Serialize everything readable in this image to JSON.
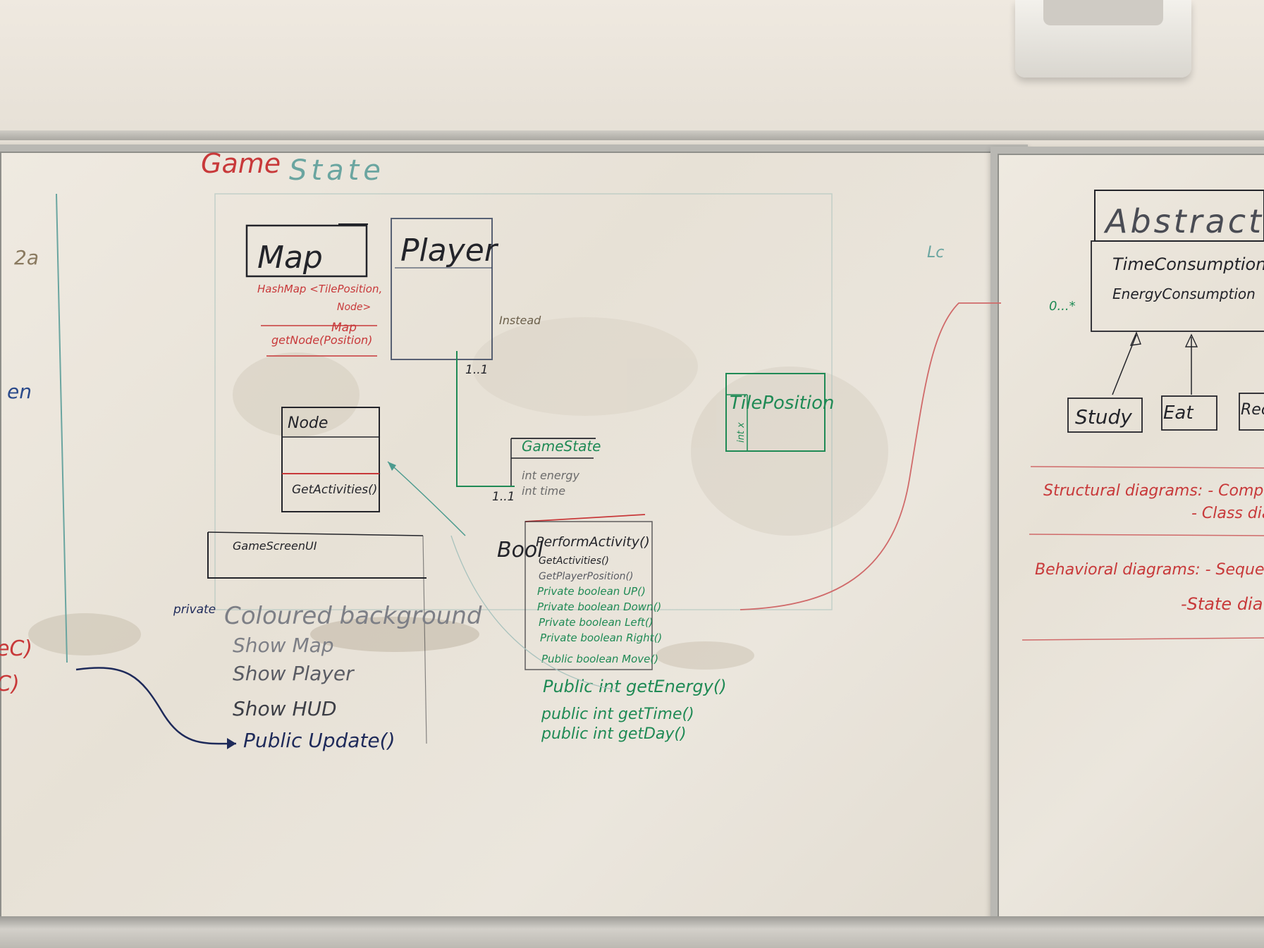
{
  "colors": {
    "red": "#c8393a",
    "green": "#1f8a55",
    "navy": "#1e2a5a",
    "black": "#23242a",
    "teal": "#4c9b8f"
  },
  "board_main": {
    "title_red": "Game",
    "title_teal": "State",
    "map": {
      "name": "Map",
      "attr1": "HashMap <TilePosition,",
      "attr2": "Node>",
      "attr3": "Map",
      "method": "getNode(Position)"
    },
    "player": {
      "name": "Player"
    },
    "node": {
      "name": "Node",
      "method": "GetActivities()"
    },
    "game_state_box": {
      "name": "GameState",
      "attr1": "int energy",
      "attr2": "int time",
      "methods": [
        "PerformActivity()",
        "GetActivities()",
        "GetPlayerPosition()",
        "Private boolean UP()",
        "Private boolean Down()",
        "Private boolean Left()",
        "Private boolean Right()",
        "Public boolean Move()"
      ],
      "public_methods": [
        "Public   int getEnergy()",
        "public   int getTime()",
        "public   int getDay()"
      ],
      "bool_label": "Bool"
    },
    "tile_position": {
      "name": "TilePosition",
      "side": "int x"
    },
    "game_screen": {
      "name": "GameScreenUI",
      "private_label": "private",
      "attr": "Coloured background",
      "methods": [
        "Show Map",
        "Show Player",
        "Show HUD"
      ],
      "update": "Public  Update()"
    },
    "multiplicity_1": "1..1",
    "multiplicity_2": "1..1",
    "left_fragment_1": "en",
    "left_fragment_2": "eC)",
    "left_fragment_3": "C)",
    "left_fragment_4": "2a",
    "lc_label": "Lc",
    "instead_label": "Instead"
  },
  "board_right": {
    "abstract_title": "Abstract C",
    "attr1": "TimeConsumption",
    "attr2": "EnergyConsumption",
    "mult": "0...*",
    "subclasses": [
      "Study",
      "Eat",
      "Rec"
    ],
    "structural": "Structural diagrams: - Componen",
    "structural_2": "- Class diag",
    "behavioral": "Behavioral diagrams: - Sequence/",
    "behavioral_2": "-State dia"
  }
}
